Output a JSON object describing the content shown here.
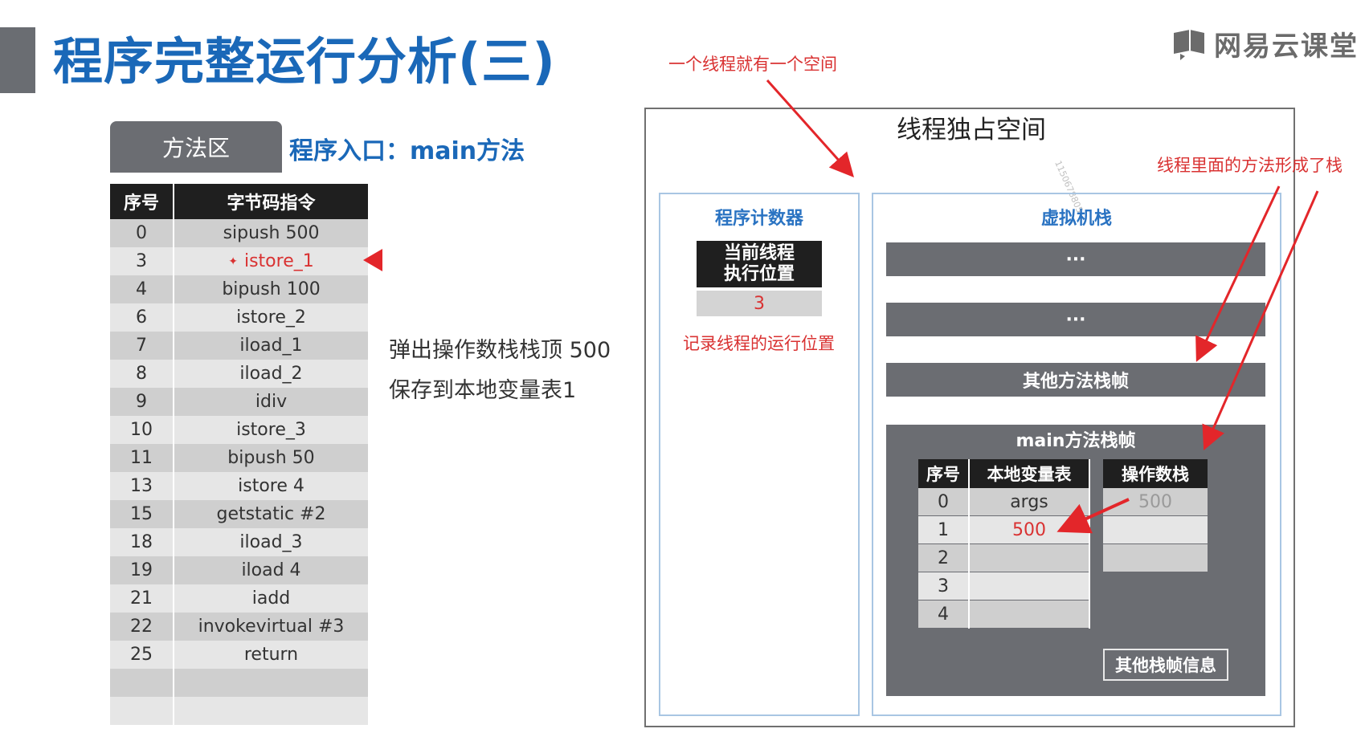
{
  "header": {
    "title": "程序完整运行分析(三)",
    "brand": "网易云课堂"
  },
  "method_area": {
    "tab_label": "方法区",
    "entry_label": "程序入口：main方法",
    "columns": [
      "序号",
      "字节码指令"
    ],
    "rows": [
      {
        "idx": "0",
        "instr": "sipush 500"
      },
      {
        "idx": "3",
        "instr": "istore_1"
      },
      {
        "idx": "4",
        "instr": "bipush 100"
      },
      {
        "idx": "6",
        "instr": "istore_2"
      },
      {
        "idx": "7",
        "instr": "iload_1"
      },
      {
        "idx": "8",
        "instr": "iload_2"
      },
      {
        "idx": "9",
        "instr": "idiv"
      },
      {
        "idx": "10",
        "instr": "istore_3"
      },
      {
        "idx": "11",
        "instr": "bipush 50"
      },
      {
        "idx": "13",
        "instr": "istore 4"
      },
      {
        "idx": "15",
        "instr": "getstatic #2"
      },
      {
        "idx": "18",
        "instr": "iload_3"
      },
      {
        "idx": "19",
        "instr": "iload 4"
      },
      {
        "idx": "21",
        "instr": "iadd"
      },
      {
        "idx": "22",
        "instr": "invokevirtual #3"
      },
      {
        "idx": "25",
        "instr": "return"
      },
      {
        "idx": "",
        "instr": ""
      },
      {
        "idx": "",
        "instr": ""
      }
    ],
    "current_row": 1,
    "explanation": [
      "弹出操作数栈栈顶 500",
      "保存到本地变量表1"
    ]
  },
  "annotations": {
    "thread_note": "一个线程就有一个空间",
    "stack_note": "线程里面的方法形成了栈",
    "pc_note": "记录线程的运行位置"
  },
  "thread_space": {
    "title": "线程独占空间",
    "watermark": "1150678805",
    "program_counter": {
      "title": "程序计数器",
      "label": "当前线程\n执行位置",
      "value": "3"
    },
    "vm_stack": {
      "title": "虚拟机栈",
      "frames": [
        "···",
        "···",
        "其他方法栈帧"
      ],
      "main_frame": {
        "title": "main方法栈帧",
        "locals_columns": [
          "序号",
          "本地变量表"
        ],
        "locals": [
          {
            "idx": "0",
            "value": "args"
          },
          {
            "idx": "1",
            "value": "500"
          },
          {
            "idx": "2",
            "value": ""
          },
          {
            "idx": "3",
            "value": ""
          },
          {
            "idx": "4",
            "value": ""
          }
        ],
        "operand_header": "操作数栈",
        "operand": [
          "500",
          "",
          ""
        ],
        "other_info": "其他栈帧信息"
      }
    }
  },
  "colors": {
    "title_blue": "#1a68b8",
    "accent_red": "#d93232",
    "panel_gray": "#6b6d72",
    "header_black": "#1f1f1f"
  }
}
